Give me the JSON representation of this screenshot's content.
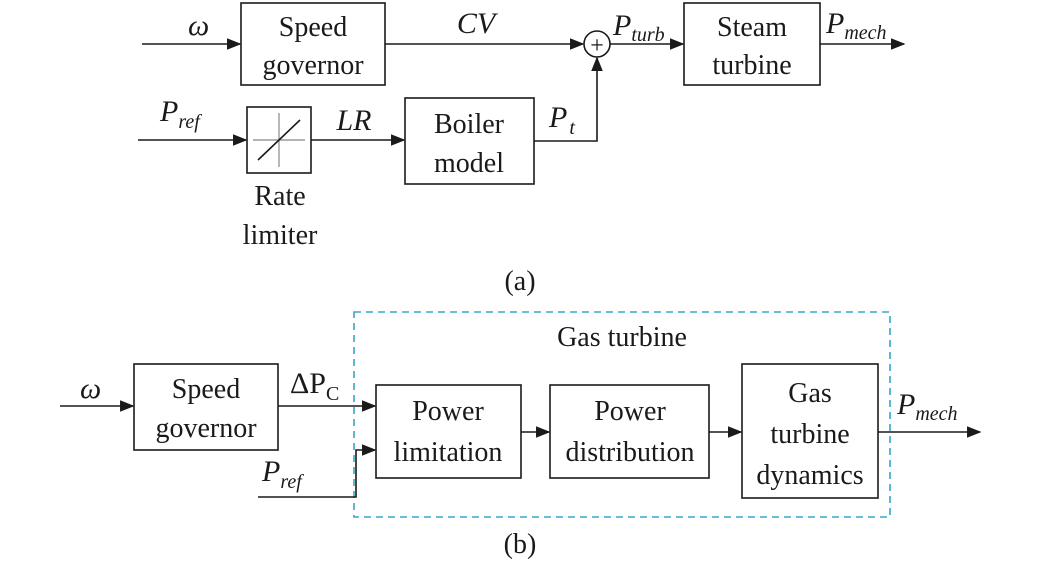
{
  "diagram_a": {
    "caption": "(a)",
    "speed_governor": [
      "Speed",
      "governor"
    ],
    "steam_turbine": [
      "Steam",
      "turbine"
    ],
    "boiler_model": [
      "Boiler",
      "model"
    ],
    "rate_limiter": [
      "Rate",
      "limiter"
    ],
    "sum_symbol": "+",
    "signals": {
      "omega": "ω",
      "cv": "CV",
      "p_ref_main": "P",
      "p_ref_sub": "ref",
      "lr": "LR",
      "p_t_main": "P",
      "p_t_sub": "t",
      "p_turb_main": "P",
      "p_turb_sub": "turb",
      "p_mech_main": "P",
      "p_mech_sub": "mech"
    }
  },
  "diagram_b": {
    "caption": "(b)",
    "group_title": "Gas turbine",
    "speed_governor": [
      "Speed",
      "governor"
    ],
    "power_limitation": [
      "Power",
      "limitation"
    ],
    "power_distribution": [
      "Power",
      "distribution"
    ],
    "gas_turbine_dynamics": [
      "Gas",
      "turbine",
      "dynamics"
    ],
    "signals": {
      "omega": "ω",
      "delta_pc_main": "ΔP",
      "delta_pc_sub": "C",
      "p_ref_main": "P",
      "p_ref_sub": "ref",
      "p_mech_main": "P",
      "p_mech_sub": "mech"
    }
  },
  "colors": {
    "line": "#1a1a1a",
    "group_border": "#3aa7c7"
  }
}
